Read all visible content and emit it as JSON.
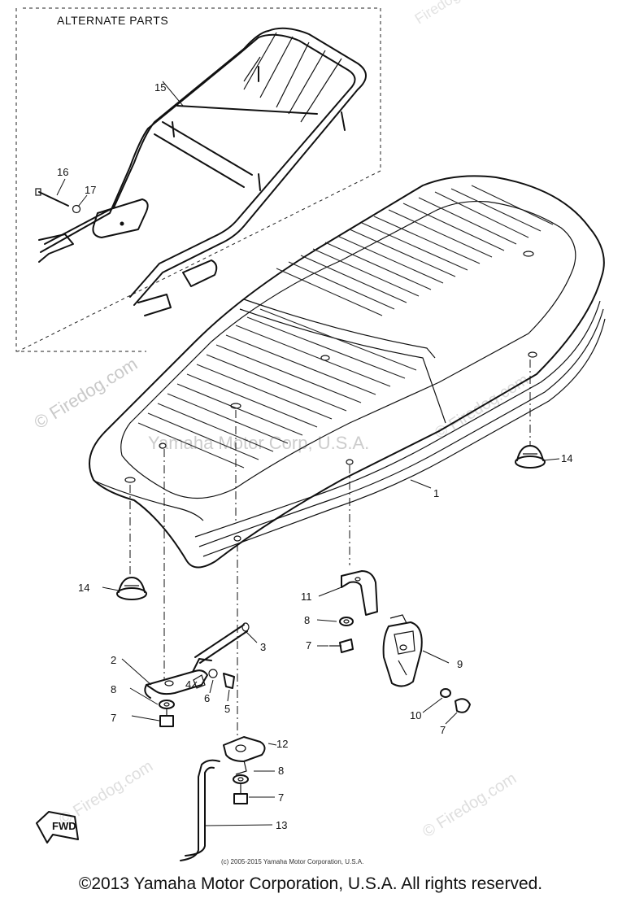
{
  "alternate_parts_label": "ALTERNATE PARTS",
  "callouts": {
    "c1": "1",
    "c2": "2",
    "c3": "3",
    "c4": "4",
    "c5": "5",
    "c6": "6",
    "c7a": "7",
    "c7b": "7",
    "c7c": "7",
    "c7d": "7",
    "c8a": "8",
    "c8b": "8",
    "c8c": "8",
    "c9": "9",
    "c10": "10",
    "c11": "11",
    "c12": "12",
    "c13": "13",
    "c14a": "14",
    "c14b": "14",
    "c15": "15",
    "c16": "16",
    "c17": "17"
  },
  "fwd_label": "FWD",
  "watermarks": {
    "firedog": "© Firedog.com",
    "firedog_plain": "Firedog.com",
    "yamaha_center": "Yamaha Motor Corp, U.S.A."
  },
  "small_copyright": "(c) 2005-2015 Yamaha Motor Corporation, U.S.A.",
  "footer_copyright": "©2013 Yamaha Motor Corporation, U.S.A. All rights reserved."
}
